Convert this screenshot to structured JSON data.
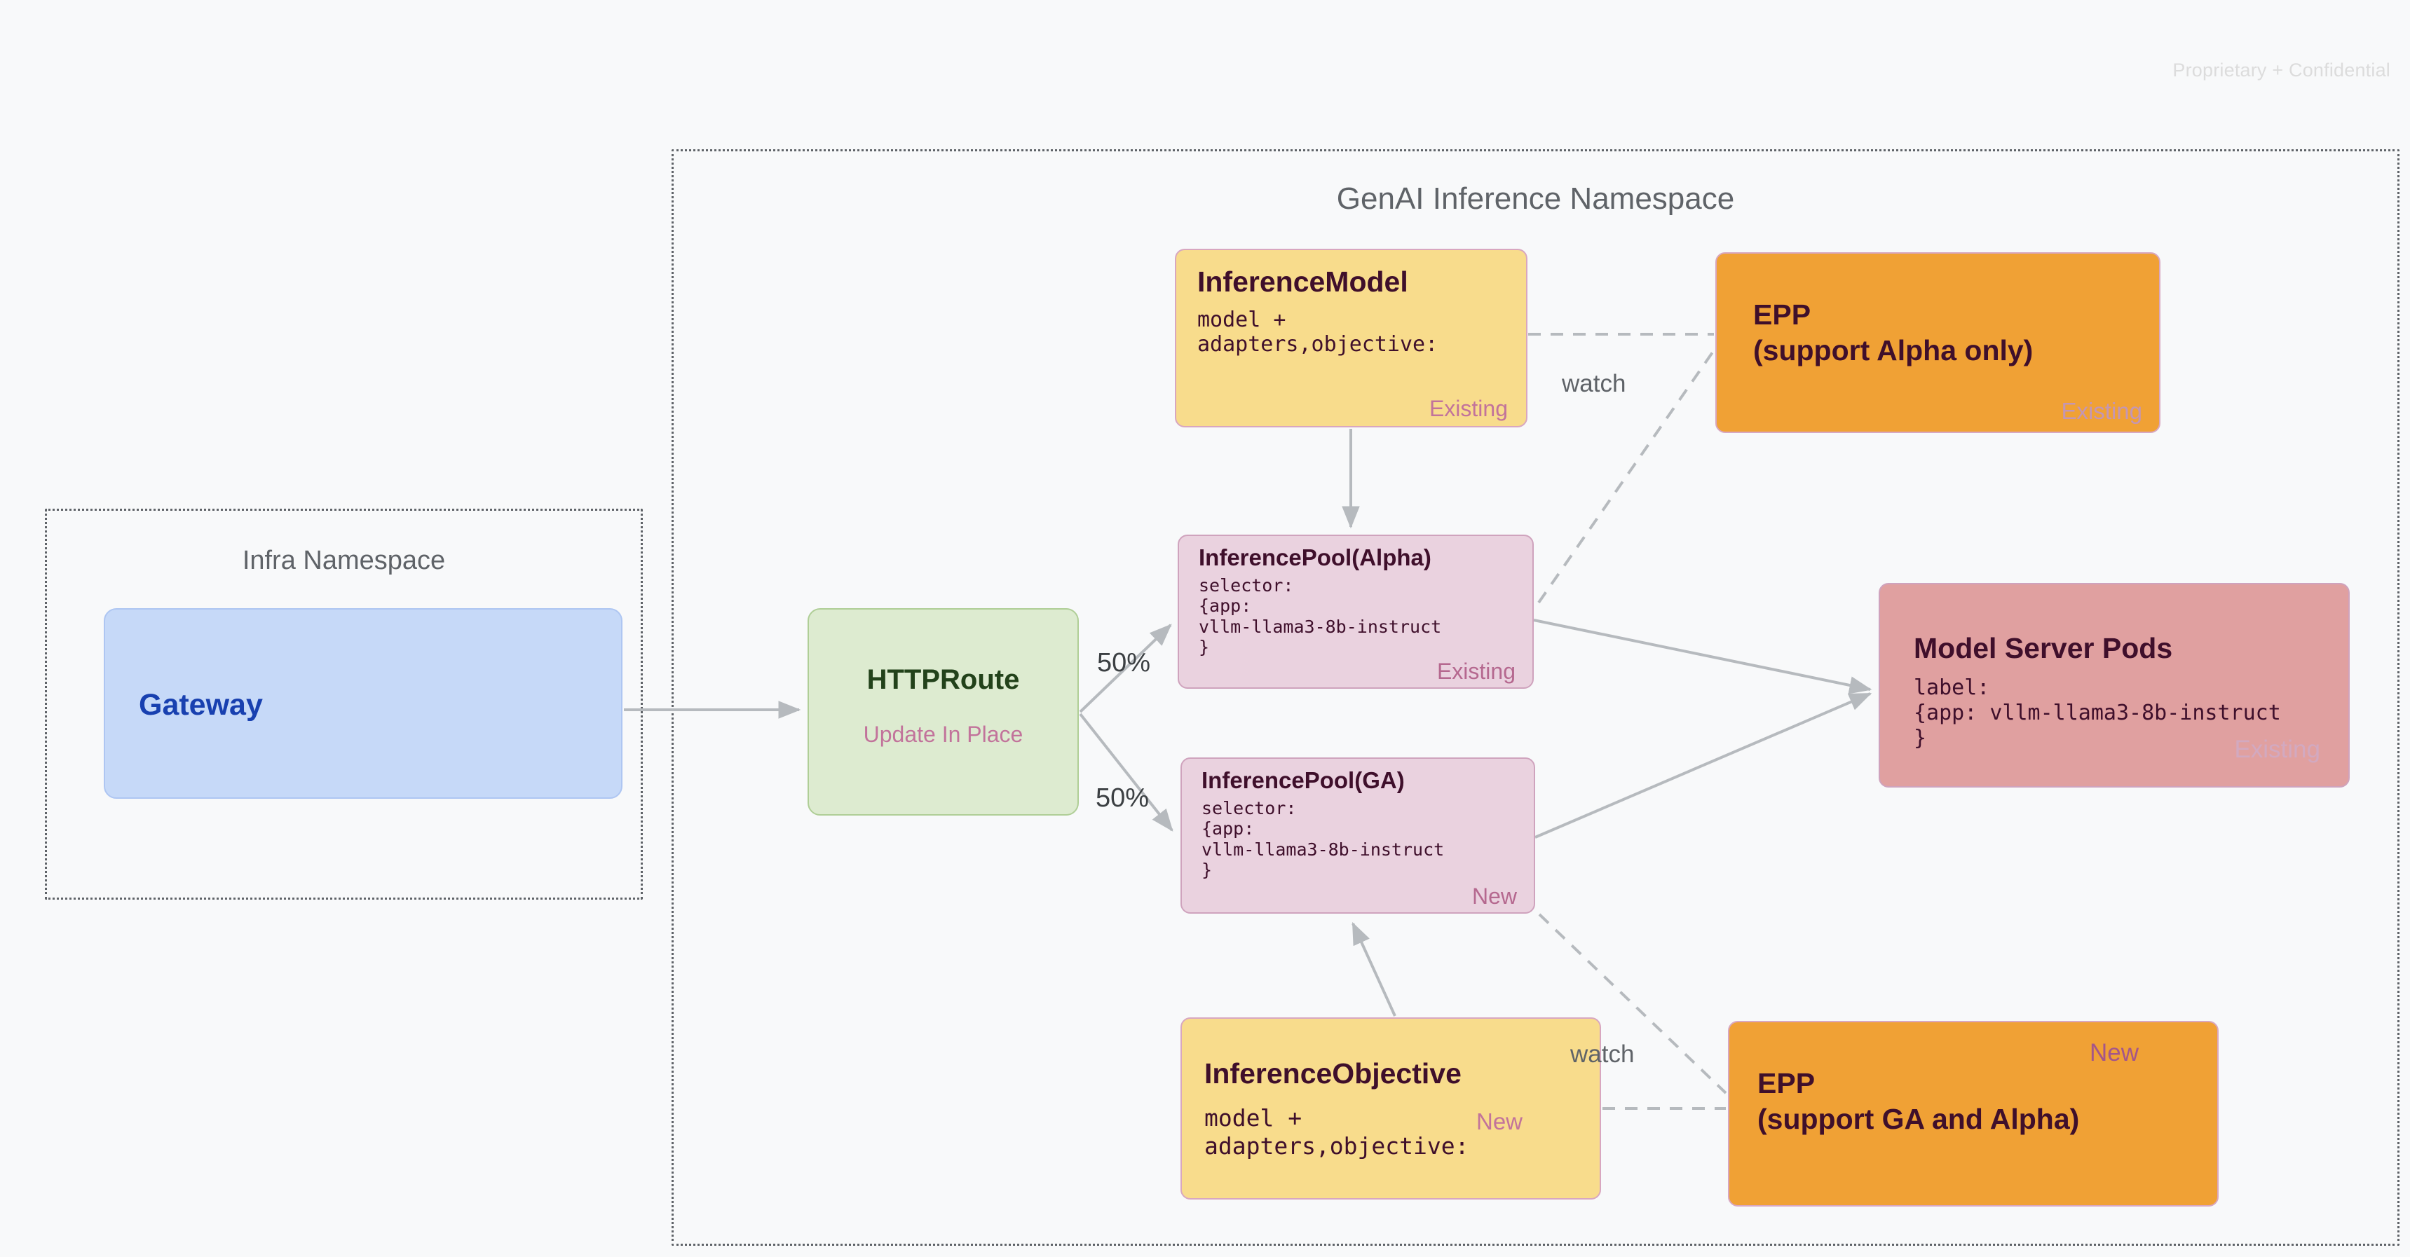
{
  "page": {
    "confidential_note": "Proprietary + Confidential",
    "background_color": "#F8F9FA"
  },
  "namespaces": [
    {
      "id": "genai",
      "title": "GenAI Inference Namespace",
      "border_color": "#5F6368"
    },
    {
      "id": "infra",
      "title": "Infra Namespace",
      "border_color": "#5F6368"
    }
  ],
  "nodes": {
    "gateway": {
      "title": "Gateway",
      "fill": "#C6D9F8",
      "text_color": "#1840B0"
    },
    "httproute": {
      "title": "HTTPRoute",
      "subtitle": "Update In Place",
      "fill": "#DDEBD0",
      "text_color": "#22421A",
      "subtitle_color": "#C2739B"
    },
    "inference_model": {
      "title": "InferenceModel",
      "spec": "model +\nadapters,objective:",
      "badge": "Existing",
      "fill": "#F8DC8C"
    },
    "inference_pool_alpha": {
      "title": "InferencePool(Alpha)",
      "spec": "selector:\n{app:\nvllm-llama3-8b-instruct\n}",
      "badge": "Existing",
      "fill": "#EAD2DF"
    },
    "inference_pool_ga": {
      "title": "InferencePool(GA)",
      "spec": "selector:\n{app:\nvllm-llama3-8b-instruct\n}",
      "badge": "New",
      "fill": "#EAD2DF"
    },
    "inference_objective": {
      "title": "InferenceObjective",
      "spec": "model +\nadapters,objective:",
      "badge": "New",
      "fill": "#F8DC8C"
    },
    "epp_alpha": {
      "title": "EPP\n(support Alpha only)",
      "badge": "Existing",
      "fill": "#F0A135"
    },
    "epp_ga": {
      "title": "EPP\n(support GA and Alpha)",
      "badge": "New",
      "fill": "#F0A135"
    },
    "model_server_pods": {
      "title": "Model Server Pods",
      "spec": "label:\n{app: vllm-llama3-8b-instruct\n}",
      "badge": "Existing",
      "fill": "#E0A0A0"
    }
  },
  "edges": {
    "split_top_label": "50%",
    "split_bottom_label": "50%",
    "watch_top_label": "watch",
    "watch_bottom_label": "watch",
    "line_color": "#B6BABE"
  }
}
